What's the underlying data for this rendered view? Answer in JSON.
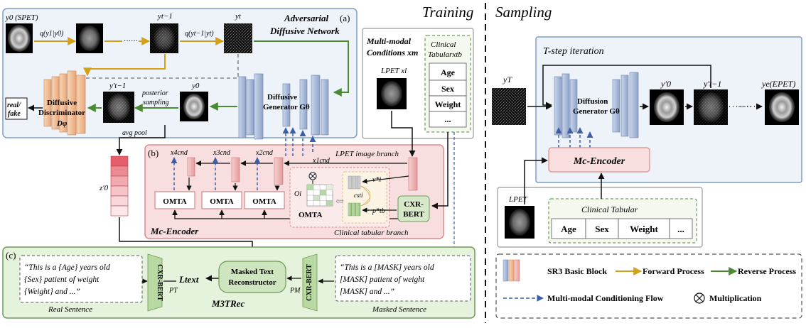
{
  "sections": {
    "training": "Training",
    "sampling": "Sampling"
  },
  "panel_a": {
    "title_line1": "Adversarial",
    "title_line2": "Diffusive Network",
    "tag": "(a)",
    "y0_spet": "y0 (SPET)",
    "q1": "q(y1|y0)",
    "q2": "q(yt−1|yt)",
    "y_tm1": "yt−1",
    "y_t": "yt",
    "dots": "······",
    "generator_line1": "Diffusive",
    "generator_line2": "Generator Gθ",
    "discriminator_line1": "Diffusive",
    "discriminator_line2": "Discriminator",
    "discriminator_line3": "Dφ",
    "real_fake_line1": "real/",
    "real_fake_line2": "fake",
    "y_tm1_prime": "y′t−1",
    "y0b": "y0",
    "posterior_line1": "posterior",
    "posterior_line2": "sampling",
    "avg_pool": "avg pool"
  },
  "panel_b": {
    "tag": "(b)",
    "title": "Mc-Encoder",
    "lpet_branch": "LPET image branch",
    "clinical_branch": "Clinical tabular branch",
    "omta": [
      "OMTA",
      "OMTA",
      "OMTA"
    ],
    "omta_detail": "OMTA",
    "cxr_bert_line1": "CXR-",
    "cxr_bert_line2": "BERT",
    "x_cnd": [
      "x4cnd",
      "x3cnd",
      "x2cnd",
      "x1cnd"
    ],
    "o_i": "Oi",
    "cst_i": "csti",
    "v_i": "v*i",
    "p_tb": "p*tb",
    "z0": "z′0"
  },
  "conditions": {
    "title_line1": "Multi-modal",
    "title_line2": "Conditions xm",
    "lpet": "LPET xl",
    "clinical_line1": "Clinical",
    "clinical_line2": "Tabularxtb",
    "rows": [
      "Age",
      "Sex",
      "Weight",
      "..."
    ]
  },
  "panel_c": {
    "tag": "(c)",
    "title": "M3TRec",
    "real_sentence_label": "Real Sentence",
    "masked_sentence_label": "Masked Sentence",
    "real_sentence": [
      "“This is a {Age} years old",
      "{Sex} patient of weight",
      "{Weight} and ...”"
    ],
    "masked_sentence": [
      "“This is a [MASK] years old",
      "[MASK] patient of weight",
      "[MASK] and ...”"
    ],
    "cxr_bert": "CXR-BERT",
    "reconstructor_line1": "Masked Text",
    "reconstructor_line2": "Reconstructor",
    "l_text": "Ltext",
    "p_t": "PT",
    "p_m": "PM"
  },
  "sampling": {
    "iteration_title": "T-step iteration",
    "y_T": "yT",
    "y0_prime": "y′0",
    "y_tm1_prime": "y′t−1",
    "y_e": "ye(EPET)",
    "dots": "·····",
    "generator_line1": "Diffusion",
    "generator_line2": "Generator Gθ",
    "mc_encoder": "Mc-Encoder",
    "lpet": "LPET",
    "clinical_title": "Clinical Tabular",
    "clinical_cells": [
      "Age",
      "Sex",
      "Weight",
      "..."
    ]
  },
  "legend": {
    "sr3": "SR3 Basic Block",
    "forward": "Forward Process",
    "reverse": "Reverse Process",
    "conditioning": "Multi-modal Conditioning Flow",
    "multiplication": "Multiplication"
  },
  "colors": {
    "forward": "#d4a017",
    "reverse": "#4a8a32",
    "conditioning": "#3a5fa8",
    "panel_a_bg": "#eef3fa",
    "panel_b_bg": "#f8dede",
    "panel_c_bg": "#e5f2dc"
  }
}
